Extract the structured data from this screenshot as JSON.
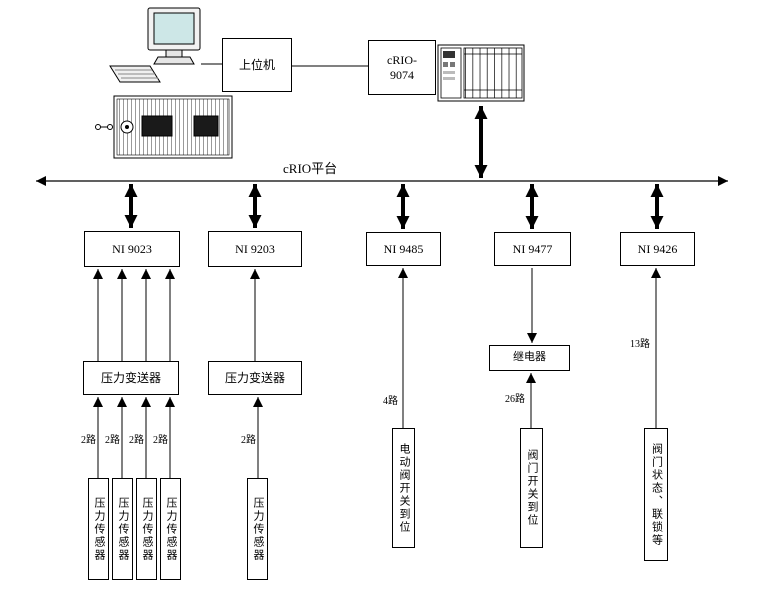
{
  "diagram": {
    "bus_label": "cRIO平台",
    "host_label": "上位机",
    "controller_label": "cRIO-\n9074",
    "modules": [
      {
        "label": "NI 9023"
      },
      {
        "label": "NI 9203"
      },
      {
        "label": "NI 9485"
      },
      {
        "label": "NI 9477"
      },
      {
        "label": "NI 9426"
      }
    ],
    "transmitters": [
      {
        "label": "压力变送器"
      },
      {
        "label": "压力变送器"
      }
    ],
    "relay_label": "继电器",
    "sensors": [
      {
        "label": "压力传感器"
      },
      {
        "label": "压力传感器"
      },
      {
        "label": "压力传感器"
      },
      {
        "label": "压力传感器"
      },
      {
        "label": "压力传感器"
      }
    ],
    "actuators": [
      {
        "label": "电动阀开关到位"
      },
      {
        "label": "阀门开关到位"
      },
      {
        "label": "阀门状态、联锁等"
      }
    ],
    "channels": [
      {
        "label": "2路"
      },
      {
        "label": "2路"
      },
      {
        "label": "2路"
      },
      {
        "label": "2路"
      },
      {
        "label": "2路"
      },
      {
        "label": "4路"
      },
      {
        "label": "26路"
      },
      {
        "label": "13路"
      }
    ]
  }
}
